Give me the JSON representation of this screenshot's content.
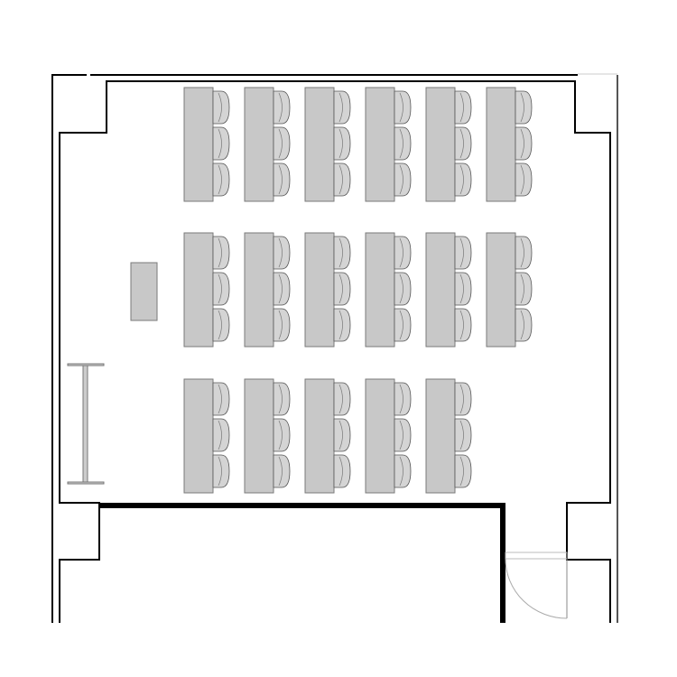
{
  "floor_plan": {
    "desk_rows": [
      {
        "desks": 6,
        "chairs_per_desk": 3
      },
      {
        "desks": 6,
        "chairs_per_desk": 3
      },
      {
        "desks": 5,
        "chairs_per_desk": 3
      }
    ],
    "colors": {
      "furniture_fill": "#c8c8c8",
      "furniture_stroke": "#7a7a7a",
      "chair_fill": "#d4d4d4",
      "wall": "#000000",
      "door": "#aaaaaa"
    }
  }
}
